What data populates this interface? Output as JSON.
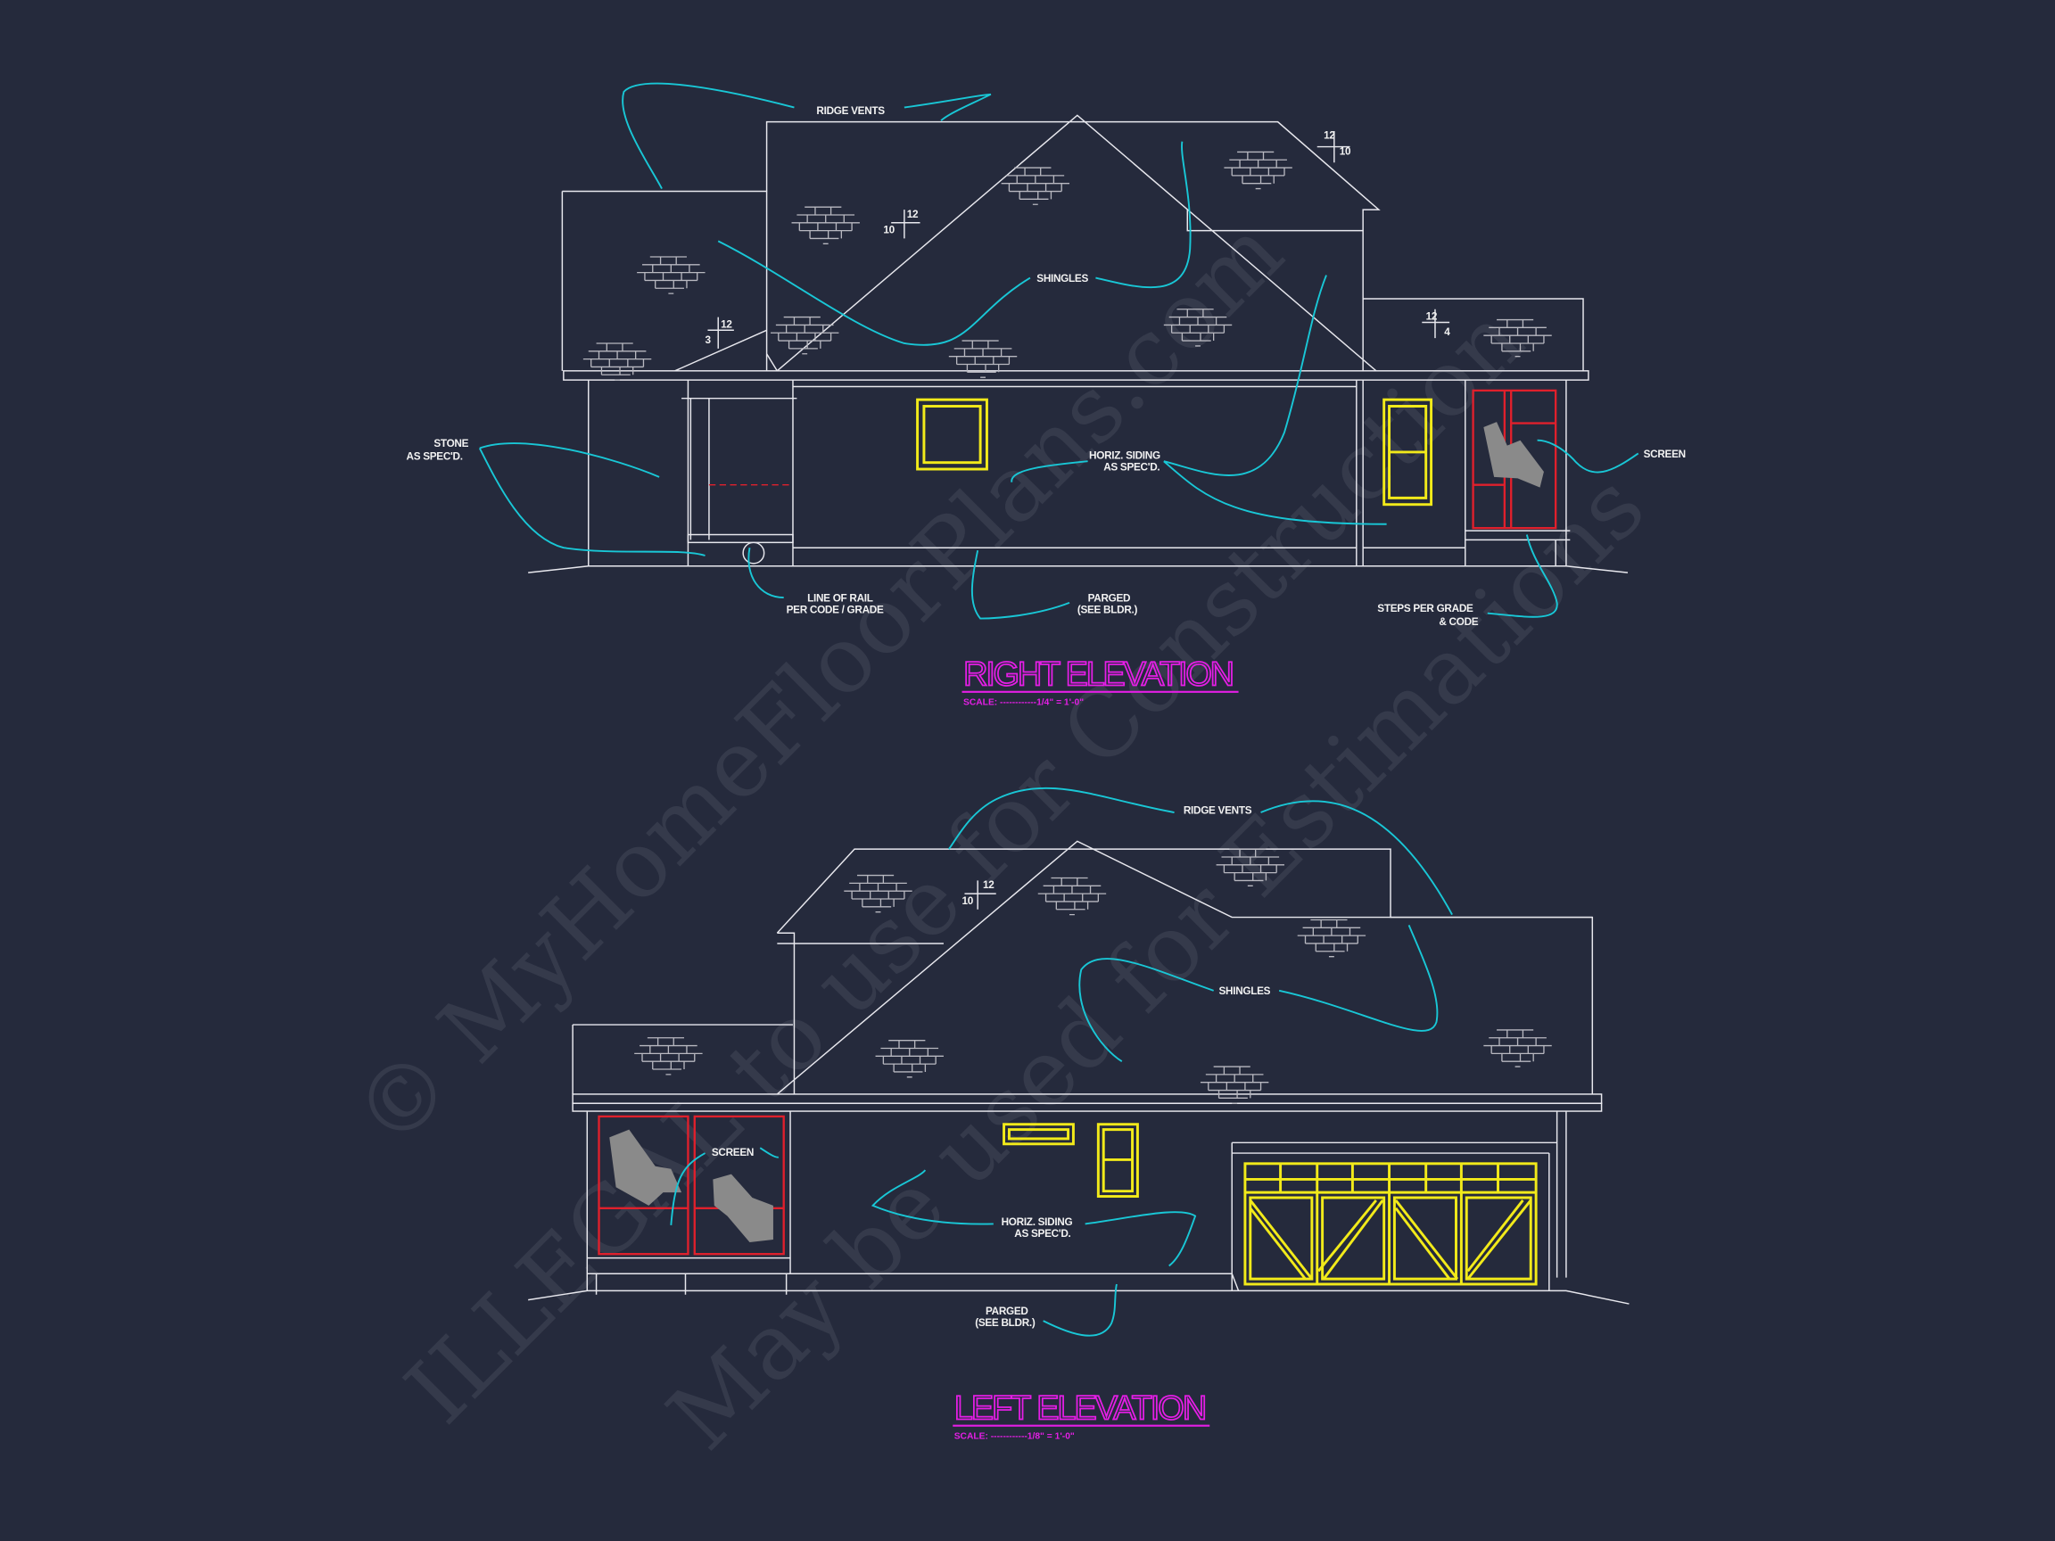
{
  "colors": {
    "background": "#252a3c",
    "linework": "#e8e8ee",
    "leaders": "#19c7d6",
    "windows": "#f2ea1a",
    "screens": "#e0202c",
    "titles": "#e51ee6"
  },
  "watermark": {
    "line1": "© MyHomeFloorPlans.com",
    "line2": "ILLEGAL to use for Construction",
    "line3": "May be used for Estimations"
  },
  "right_elevation": {
    "title": "RIGHT ELEVATION",
    "scale": "SCALE: ------------1/4\" = 1'-0\"",
    "labels": {
      "ridge_vents": "RIDGE VENTS",
      "shingles": "SHINGLES",
      "stone_1": "STONE",
      "stone_2": "AS SPEC'D.",
      "siding_1": "HORIZ. SIDING",
      "siding_2": "AS SPEC'D.",
      "screen": "SCREEN",
      "rail_1": "LINE OF RAIL",
      "rail_2": "PER CODE / GRADE",
      "parged_1": "PARGED",
      "parged_2": "(SEE BLDR.)",
      "steps_1": "STEPS PER GRADE",
      "steps_2": "& CODE"
    },
    "pitches": [
      {
        "rise": "12",
        "run": "10"
      },
      {
        "rise": "12",
        "run": "10"
      },
      {
        "rise": "12",
        "run": "3"
      },
      {
        "rise": "12",
        "run": "4"
      }
    ]
  },
  "left_elevation": {
    "title": "LEFT ELEVATION",
    "scale": "SCALE: ------------1/8\" = 1'-0\"",
    "labels": {
      "ridge_vents": "RIDGE VENTS",
      "shingles": "SHINGLES",
      "screen": "SCREEN",
      "siding_1": "HORIZ. SIDING",
      "siding_2": "AS SPEC'D.",
      "parged_1": "PARGED",
      "parged_2": "(SEE BLDR.)"
    },
    "pitches": [
      {
        "rise": "12",
        "run": "10"
      }
    ]
  }
}
